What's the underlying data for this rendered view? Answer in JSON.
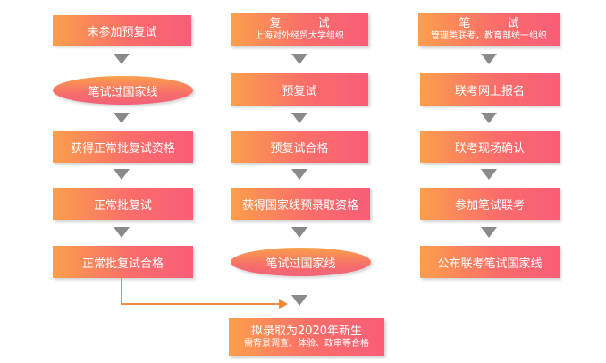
{
  "col1": {
    "b1": "未参加预复试",
    "b2": "笔试过国家线",
    "b3": "获得正常批复试资格",
    "b4": "正常批复试",
    "b5": "正常批复试合格"
  },
  "col2": {
    "header_title": "复          试",
    "header_sub": "上海对外经贸大学组织",
    "b2": "预复试",
    "b3": "预复试合格",
    "b4": "获得国家线预录取资格",
    "b5": "笔试过国家线"
  },
  "col3": {
    "header_title": "笔          试",
    "header_sub": "管理类联考，教育部统一组织",
    "b2": "联考网上报名",
    "b3": "联考现场确认",
    "b4": "参加笔试联考",
    "b5": "公布联考笔试国家线"
  },
  "final": {
    "title": "拟录取为2020年新生",
    "sub": "需背景调查、体验、政审等合格"
  },
  "colors": {
    "box_start": "#fb9f4c",
    "box_end": "#f85d78",
    "arrow": "#8a8a8a",
    "connector": "#f08a3c"
  }
}
